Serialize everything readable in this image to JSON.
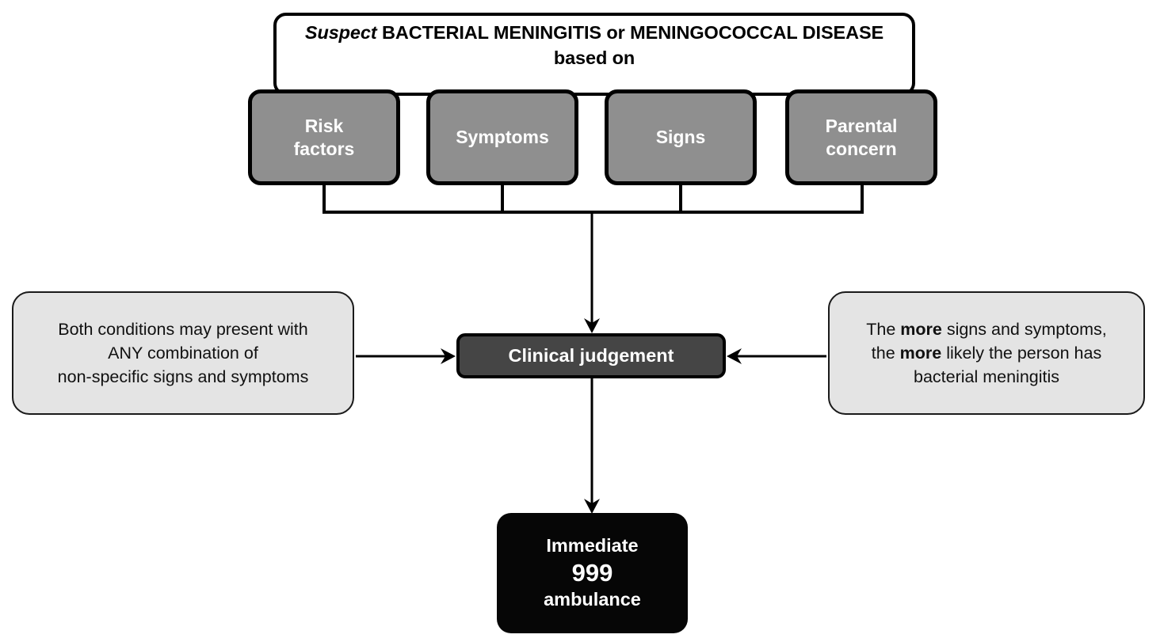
{
  "diagram": {
    "title_box": {
      "text_prefix_italic": "Suspect",
      "text_rest": " BACTERIAL MENINGITIS or MENINGOCOCCAL DISEASE based on",
      "full_text": "Suspect BACTERIAL MENINGITIS or MENINGOCOCCAL DISEASE based on"
    },
    "criteria": [
      {
        "id": "risk-factors",
        "label": "Risk\nfactors"
      },
      {
        "id": "symptoms",
        "label": "Symptoms"
      },
      {
        "id": "signs",
        "label": "Signs"
      },
      {
        "id": "parental-concern",
        "label": "Parental\nconcern"
      }
    ],
    "judgement": {
      "label": "Clinical judgement"
    },
    "note_left": {
      "line1": "Both conditions may present with",
      "line2": "ANY combination of",
      "line3": "non-specific signs and symptoms",
      "full_text": "Both conditions may present with ANY combination of non-specific signs and symptoms"
    },
    "note_right": {
      "line1_a": "The ",
      "line1_bold": "more",
      "line1_b": " signs and symptoms,",
      "line2_a": "the ",
      "line2_bold": "more",
      "line2_b": " likely the person has",
      "line3": "bacterial meningitis",
      "full_text": "The more signs and symptoms, the more likely the person has bacterial meningitis"
    },
    "outcome": {
      "line1": "Immediate",
      "line2": "999",
      "line3": "ambulance"
    },
    "colors": {
      "grey_box": "#8f8f8f",
      "dark_box": "#454545",
      "light_note": "#e4e4e4",
      "black_box": "#060606",
      "stroke": "#000000",
      "page_background": "#ffffff"
    }
  }
}
